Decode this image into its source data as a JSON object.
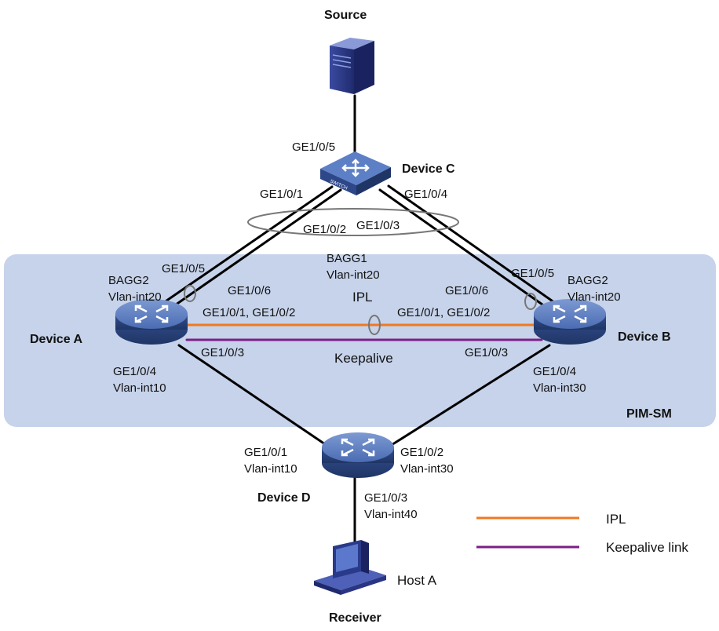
{
  "title_source": "Source",
  "title_receiver": "Receiver",
  "region_label": "PIM-SM",
  "devices": {
    "a": "Device A",
    "b": "Device B",
    "c": "Device C",
    "d": "Device D",
    "host": "Host A",
    "switch_text": "SWITCH"
  },
  "ports": {
    "c_ge105": "GE1/0/5",
    "c_ge101": "GE1/0/1",
    "c_ge104": "GE1/0/4",
    "c_ge102": "GE1/0/2",
    "c_ge103": "GE1/0/3",
    "bagg1": "BAGG1",
    "bagg1_vlan": "Vlan-int20",
    "ipl": "IPL",
    "a_ge105": "GE1/0/5",
    "a_bagg2": "BAGG2",
    "a_bagg2_vlan": "Vlan-int20",
    "a_ge106": "GE1/0/6",
    "a_ge101_102": "GE1/0/1, GE1/0/2",
    "a_ge103": "GE1/0/3",
    "a_ge104": "GE1/0/4",
    "a_vlan10": "Vlan-int10",
    "b_ge106": "GE1/0/6",
    "b_ge105": "GE1/0/5",
    "b_bagg2": "BAGG2",
    "b_bagg2_vlan": "Vlan-int20",
    "b_ge101_102": "GE1/0/1, GE1/0/2",
    "b_ge103": "GE1/0/3",
    "b_ge104": "GE1/0/4",
    "b_vlan30": "Vlan-int30",
    "keepalive": "Keepalive",
    "d_ge101": "GE1/0/1",
    "d_vlan10": "Vlan-int10",
    "d_ge102": "GE1/0/2",
    "d_vlan30": "Vlan-int30",
    "d_ge103": "GE1/0/3",
    "d_vlan40": "Vlan-int40"
  },
  "legend": {
    "ipl": "IPL",
    "keepalive": "Keepalive link"
  },
  "colors": {
    "ipl": "#f07820",
    "keepalive": "#7b1f86",
    "region_fill": "#c6d3ea",
    "device_blue": "#3f62a8"
  }
}
